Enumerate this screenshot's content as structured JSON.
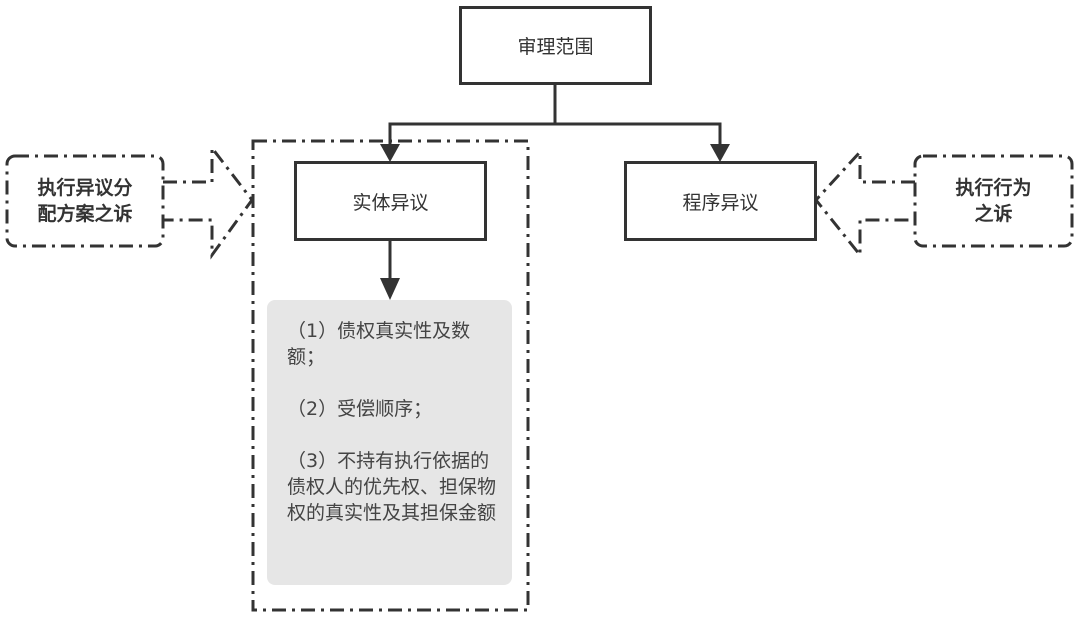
{
  "diagram": {
    "root": {
      "label": "审理范围"
    },
    "children": [
      {
        "label": "实体异议"
      },
      {
        "label": "程序异议"
      }
    ],
    "details": {
      "items": [
        "（1）债权真实性及数额；",
        "（2）受偿顺序；",
        "（3）不持有执行依据的债权人的优先权、担保物权的真实性及其担保金额"
      ]
    },
    "left_source": {
      "label_line1": "执行异议分",
      "label_line2": "配方案之诉"
    },
    "right_source": {
      "label_line1": "执行行为",
      "label_line2": "之诉"
    }
  },
  "colors": {
    "stroke": "#333333",
    "detail_fill": "#e6e6e6",
    "background": "#ffffff"
  }
}
